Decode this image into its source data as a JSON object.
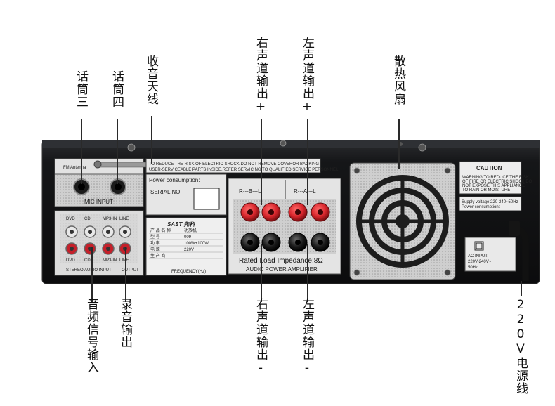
{
  "callouts": {
    "mic3": "话筒三",
    "mic4": "话筒四",
    "radio_antenna": "收音天线",
    "right_out_pos": "右声道输出+",
    "left_out_pos": "左声道输出+",
    "cooling_fan": "散热风扇",
    "audio_input": "音频信号输入",
    "record_output": "录音输出",
    "right_out_neg": "右声道输出-",
    "left_out_neg": "左声道输出-",
    "power_cord": "220V电源线"
  },
  "panel": {
    "fm_antenna": "FM Antenna",
    "warning_line1": "TO REDUCE THE RISK OF ELECTRIC SHOCK,DO NOT REMOVE COVEROR BACKING",
    "warning_line2": "USER-SERVICEABLE PARTS INSIDE.REFER SERVICING TO QUALIFIED SERVICE PERSONNEL",
    "mic_input": "MIC INPUT",
    "power_consumption": "Power consumption:",
    "serial_no": "SERIAL NO:",
    "brand": "SAST 先科",
    "spec_table": [
      "产 品 名 称",
      "型 号",
      "功 率",
      "电 源",
      "生 产 商"
    ],
    "spec_values": [
      "功放机",
      "009",
      "100W+100W",
      "220V",
      ""
    ],
    "frequency": "FREQUENCY(Hz)",
    "input_top_labels": [
      "DVD",
      "CD",
      "MP3-IN",
      "LINE"
    ],
    "input_bottom_labels": [
      "DVD",
      "CD",
      "MP3-IN",
      "LINE"
    ],
    "stereo_audio_input": "STEREO AUDIO INPUT",
    "output": "OUTPUT",
    "channel_b": "R---B---L",
    "channel_a": "R---A---L",
    "rated_load": "Rated Load Impedance:8Ω",
    "audio_power_amplifier": "AUDIO POWER AMPLIFIER",
    "caution": "CAUTION",
    "caution_text": [
      "WARNING:TO REDUCE THE RISK",
      "OF FIRE OR ELECTRIC SHOCK DO",
      "NOT EXPOSE THIS APPLIANCE",
      "TO RAIN OR MOISTURE"
    ],
    "supply_voltage": "Supply voltage:220-240~50Hz",
    "power_consumption2": "Power consumption:",
    "ac_input": "AC INPUT:",
    "ac_voltage": "220V-240V~",
    "ac_freq": "50Hz"
  },
  "colors": {
    "chassis": "#111214",
    "panel": "#d9d9d9",
    "red_terminal": "#d8262c",
    "black_terminal": "#1a1a1a",
    "rca_red": "#c4202a",
    "rca_white": "#e8e8e8"
  }
}
